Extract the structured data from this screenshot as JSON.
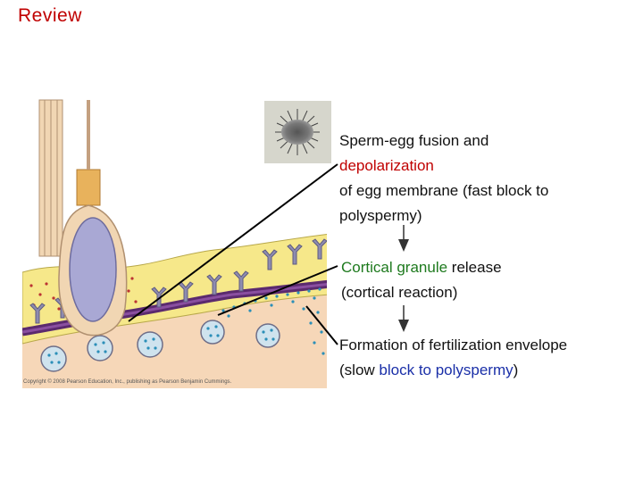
{
  "slide": {
    "title": "Review"
  },
  "figure": {
    "copyright": "Copyright © 2008 Pearson Education, Inc., publishing as Pearson Benjamin Cummings."
  },
  "steps": [
    {
      "line1": "Sperm-egg fusion and",
      "line2_highlight": "depolarization",
      "line3": "of egg membrane (fast block to",
      "line4": "polyspermy)"
    },
    {
      "highlight": "Cortical granule",
      "rest": " release",
      "line2": "(cortical reaction)"
    },
    {
      "line1": "Formation of fertilization envelope",
      "prefix": "(slow ",
      "highlight": "block to polyspermy",
      "suffix": ")"
    }
  ],
  "colors": {
    "title": "#c00000",
    "step1_highlight": "#c00000",
    "step2_highlight": "#1e7a1e",
    "step3_highlight": "#1a2fa8"
  }
}
